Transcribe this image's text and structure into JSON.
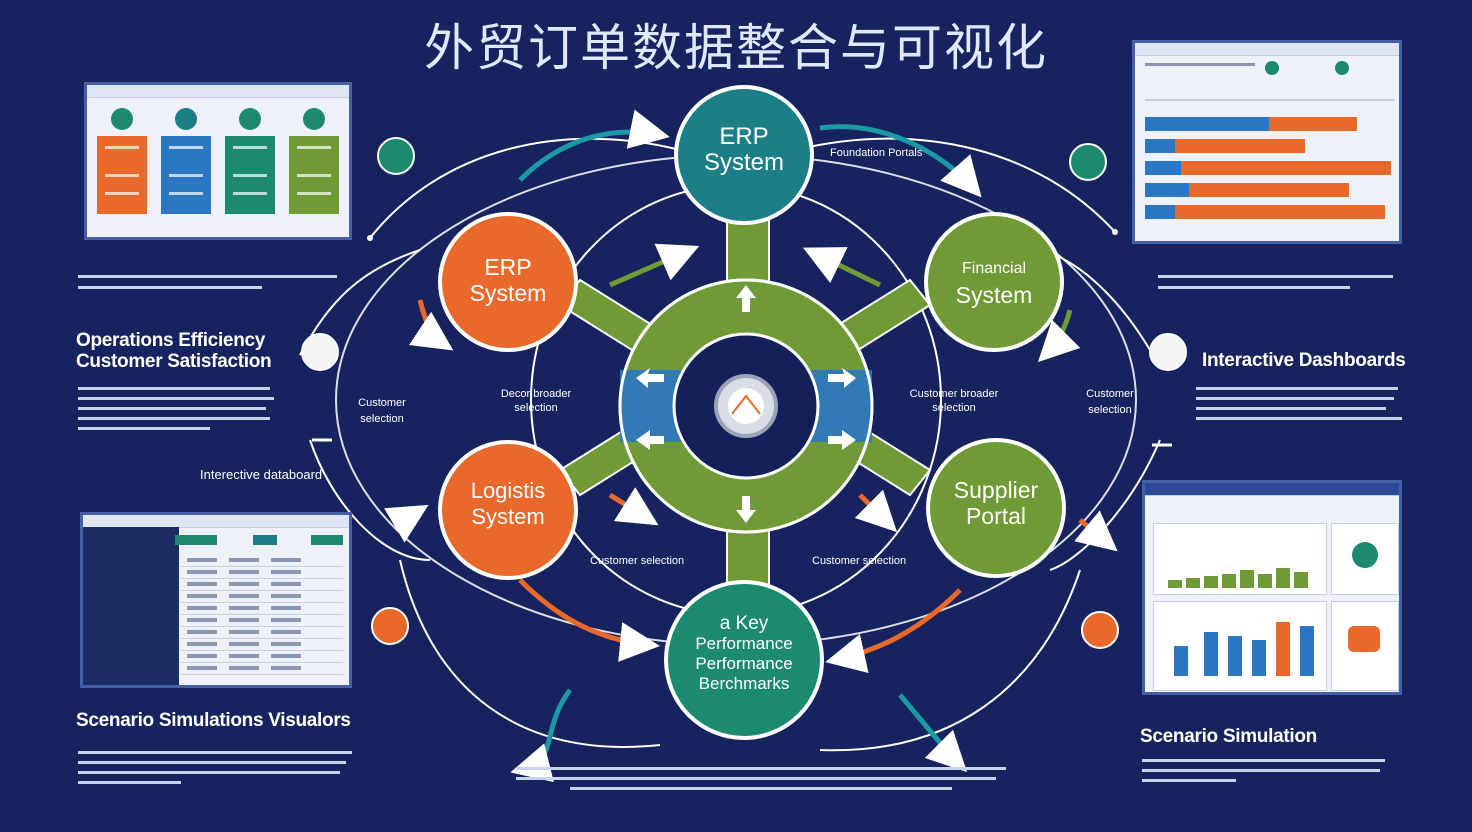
{
  "title": "外贸订单数据整合与可视化",
  "nodes": {
    "top": {
      "label_1": "ERP",
      "label_2": "System"
    },
    "left_upper": {
      "label_1": "ERP",
      "label_2": "System"
    },
    "right_upper": {
      "label_1": "Financial",
      "label_2": "System"
    },
    "left_lower": {
      "label_1": "Logistis",
      "label_2": "System"
    },
    "right_lower": {
      "label_1": "Supplier",
      "label_2": "Portal"
    },
    "bottom": {
      "label_1": "a Key",
      "label_2": "Performance",
      "label_3": "Performance",
      "label_4": "Berchmarks"
    }
  },
  "left": {
    "heading_1_line1": "Operations Efficiency",
    "heading_1_line2": "Customer Satisfaction",
    "caption": "Interective databoard",
    "heading_2": "Scenario Simulations Visualors",
    "side_label_1": "Customer",
    "side_label_2": "selection"
  },
  "right": {
    "heading_1": "Interactive Dashboards",
    "heading_2": "Scenario Simulation",
    "side_label_1": "Customer",
    "side_label_2": "selection"
  },
  "inner_labels": {
    "ul_1": "Decor broader",
    "ul_2": "selection",
    "ur_1": "Customer broader",
    "ur_2": "selection",
    "bl": "Customer selection",
    "br": "Customer selection",
    "top_right_arc": "Foundation Portals"
  },
  "colors": {
    "background": "#16235e",
    "teal": "#1b7f86",
    "orange": "#e8692a",
    "green": "#6f9a35",
    "blue": "#2b77c4",
    "ring_dark": "#132059"
  }
}
